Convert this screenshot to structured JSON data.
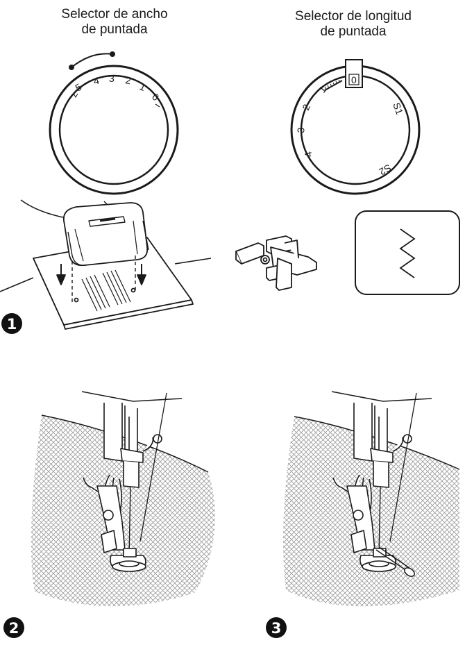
{
  "figure": {
    "width_selector_title_line1": "Selector de ancho",
    "width_selector_title_line2": "de puntada",
    "length_selector_title_line1": "Selector de longitud",
    "length_selector_title_line2": "de puntada"
  },
  "width_dial": {
    "labels": [
      "5",
      "4",
      "3",
      "2",
      "1",
      "0"
    ]
  },
  "length_dial": {
    "selected": "0",
    "labels": [
      "1",
      "2",
      "3",
      "4"
    ],
    "special_labels": [
      "S1",
      "S2"
    ]
  },
  "steps": [
    "1",
    "2",
    "3"
  ],
  "colors": {
    "ink": "#1a1a1a",
    "fabric": "#cfcfcf"
  },
  "icons": [
    "presser-foot-icon",
    "zigzag-stitch-icon"
  ]
}
